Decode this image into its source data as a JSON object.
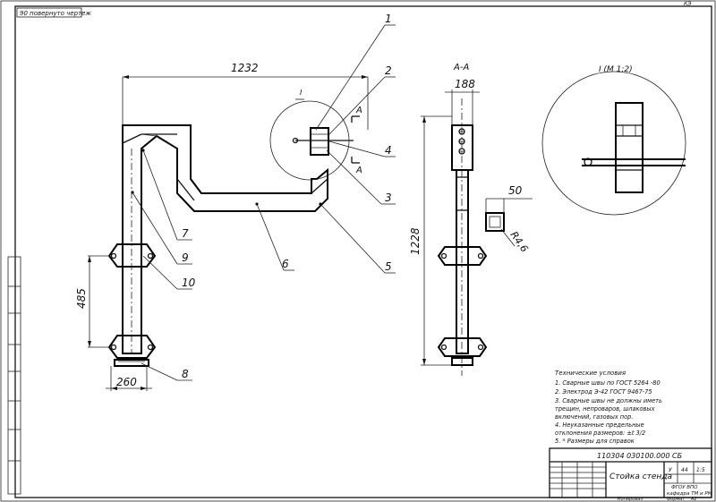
{
  "sheet": {
    "top_stamp": "90 повернуто чертеж",
    "corner_mark": "КЭ"
  },
  "dimensions": {
    "width_top": "1232",
    "height_side": "485",
    "base_width": "260",
    "section_width": "188",
    "total_height": "1228",
    "profile_size": "50",
    "radius": "R4,6"
  },
  "callouts": [
    "1",
    "2",
    "3",
    "4",
    "5",
    "6",
    "7",
    "8",
    "9",
    "10"
  ],
  "views": {
    "section_label": "А-А",
    "section_mark": "А",
    "detail_mark": "I",
    "detail_label": "I (М 1:2)"
  },
  "notes": {
    "title": "Технические условия",
    "lines": [
      "1. Сварные швы по ГОСТ 5264 -80",
      "2. Электрод Э-42 ГОСТ 9467-75",
      "3. Сварные швы не должны иметь",
      "трещин, непроваров, шлаковых",
      "включений, газовых пор.",
      "4. Неуказанные предельные",
      "отклонения размеров: ±t 3/2",
      "5. * Размеры для справок"
    ]
  },
  "title_block": {
    "doc_number": "110304 030100.000 СБ",
    "name": "Стойка стенда",
    "letter": "У",
    "mass": "44",
    "scale": "1:5",
    "org_line1": "ФГОУ ВПО",
    "org_line2": "кафедра ТМ и РМ",
    "format_label": "Формат",
    "format": "А2",
    "copied": "Копировал"
  }
}
